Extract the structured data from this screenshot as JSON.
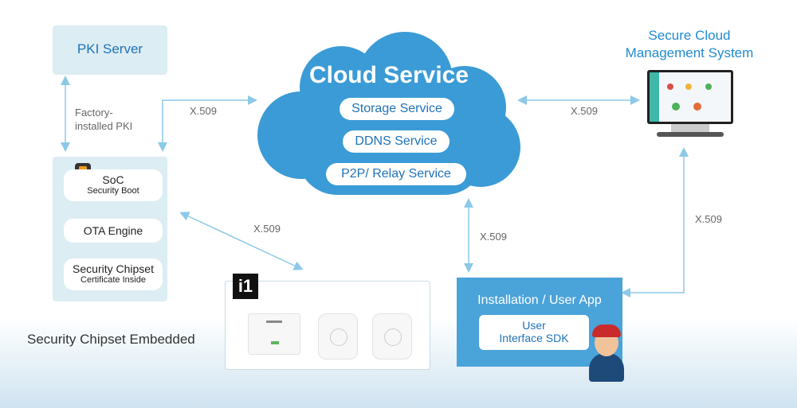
{
  "pki_server": "PKI Server",
  "factory_pki": [
    "Factory-",
    "installed PKI"
  ],
  "cloud": {
    "title": "Cloud Service",
    "services": [
      "Storage Service",
      "DDNS Service",
      "P2P/ Relay Service"
    ]
  },
  "secure_cloud": [
    "Secure Cloud",
    "Management System"
  ],
  "device_box": {
    "soc_title": "SoC",
    "soc_sub": "Security Boot",
    "ota": "OTA  Engine",
    "chip_title": "Security Chipset",
    "chip_sub": "Certificate Inside"
  },
  "embedded_label": "Security Chipset Embedded",
  "product_logo": "i1",
  "app_box": {
    "title": "Installation / User App",
    "sdk_line1": "User",
    "sdk_line2": "Interface  SDK"
  },
  "labels": {
    "x509_top_left": "X.509",
    "x509_top_right": "X.509",
    "x509_middle_left": "X.509",
    "x509_middle": "X.509",
    "x509_right": "X.509"
  },
  "colors": {
    "cloud_blue": "#3b9bd6",
    "box_light": "#dcedf3",
    "app_blue": "#4aa3d9",
    "arrow": "#8cc9e8",
    "heading_blue": "#1f8ad0"
  }
}
